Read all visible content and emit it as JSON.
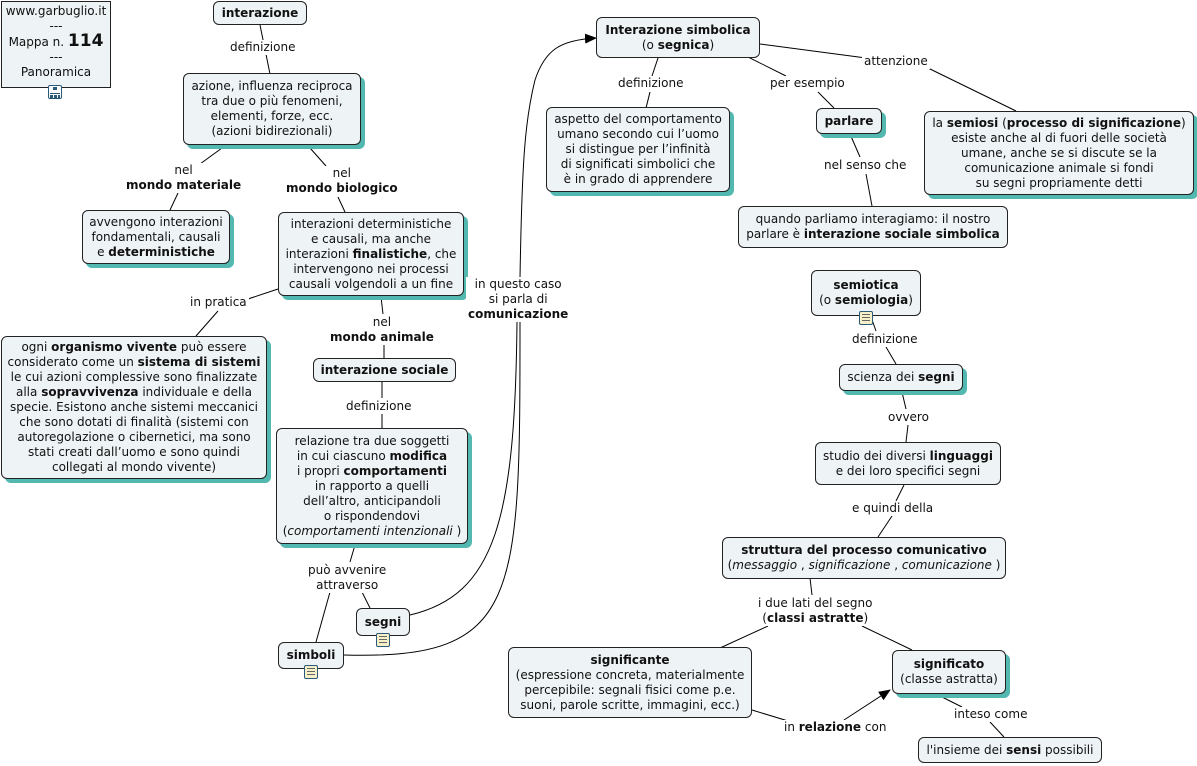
{
  "header": {
    "site": "www.garbuglio.it",
    "sep1": "---",
    "mappa_label": "Mappa n.",
    "mappa_num": "114",
    "sep2": "---",
    "view": "Panoramica",
    "icon": "tree-icon"
  },
  "nodes": {
    "interazione": [
      [
        {
          "t": "interazione",
          "b": true
        }
      ]
    ],
    "azione": [
      [
        {
          "t": "azione, influenza reciproca"
        }
      ],
      [
        {
          "t": "tra due o più fenomeni,"
        }
      ],
      [
        {
          "t": "elementi, forze, ecc."
        }
      ],
      [
        {
          "t": "(azioni bidirezionali)"
        }
      ]
    ],
    "avvengono": [
      [
        {
          "t": "avvengono interazioni"
        }
      ],
      [
        {
          "t": "fondamentali, causali"
        }
      ],
      [
        {
          "t": "e "
        },
        {
          "t": "deterministiche",
          "b": true
        }
      ]
    ],
    "interazioni_det": [
      [
        {
          "t": "interazioni deterministiche"
        }
      ],
      [
        {
          "t": "e causali, ma anche"
        }
      ],
      [
        {
          "t": "interazioni "
        },
        {
          "t": "finalistiche",
          "b": true
        },
        {
          "t": ", che"
        }
      ],
      [
        {
          "t": "intervengono nei processi"
        }
      ],
      [
        {
          "t": "causali volgendoli a un fine"
        }
      ]
    ],
    "organismo": [
      [
        {
          "t": "ogni "
        },
        {
          "t": "organismo vivente",
          "b": true
        },
        {
          "t": " può essere"
        }
      ],
      [
        {
          "t": "considerato come un "
        },
        {
          "t": "sistema di sistemi",
          "b": true
        }
      ],
      [
        {
          "t": "le cui azioni complessive sono finalizzate"
        }
      ],
      [
        {
          "t": "alla "
        },
        {
          "t": "sopravvivenza",
          "b": true
        },
        {
          "t": " individuale e della"
        }
      ],
      [
        {
          "t": "specie. Esistono anche sistemi meccanici"
        }
      ],
      [
        {
          "t": "che sono dotati di finalità (sistemi con"
        }
      ],
      [
        {
          "t": "autoregolazione o cibernetici, ma sono"
        }
      ],
      [
        {
          "t": "stati creati dall’uomo e sono quindi"
        }
      ],
      [
        {
          "t": "collegati al mondo vivente)"
        }
      ]
    ],
    "interazione_sociale": [
      [
        {
          "t": "interazione sociale",
          "b": true
        }
      ]
    ],
    "relazione": [
      [
        {
          "t": "relazione tra due soggetti"
        }
      ],
      [
        {
          "t": "in cui ciascuno "
        },
        {
          "t": "modifica",
          "b": true
        }
      ],
      [
        {
          "t": "i propri "
        },
        {
          "t": "comportamenti",
          "b": true
        }
      ],
      [
        {
          "t": "in rapporto a quelli"
        }
      ],
      [
        {
          "t": "dell’altro, anticipandoli"
        }
      ],
      [
        {
          "t": "o rispondendovi"
        }
      ],
      [
        {
          "t": "("
        },
        {
          "t": "comportamenti intenzionali",
          "i": true
        },
        {
          "t": " )"
        }
      ]
    ],
    "segni": [
      [
        {
          "t": "segni",
          "b": true
        }
      ]
    ],
    "simboli": [
      [
        {
          "t": "simboli",
          "b": true
        }
      ]
    ],
    "interazione_simbolica": [
      [
        {
          "t": "Interazione simbolica",
          "b": true
        }
      ],
      [
        {
          "t": "(o "
        },
        {
          "t": "segnica",
          "b": true
        },
        {
          "t": ")"
        }
      ]
    ],
    "aspetto": [
      [
        {
          "t": "aspetto del comportamento"
        }
      ],
      [
        {
          "t": "umano secondo cui l’uomo"
        }
      ],
      [
        {
          "t": "si distingue per l’infinità"
        }
      ],
      [
        {
          "t": "di significati simbolici che"
        }
      ],
      [
        {
          "t": "è in grado di apprendere"
        }
      ]
    ],
    "parlare": [
      [
        {
          "t": "parlare",
          "b": true
        }
      ]
    ],
    "semiosi": [
      [
        {
          "t": "la "
        },
        {
          "t": "semiosi",
          "b": true
        },
        {
          "t": " ("
        },
        {
          "t": "processo di significazione",
          "b": true
        },
        {
          "t": ")"
        }
      ],
      [
        {
          "t": "esiste anche al di fuori delle società"
        }
      ],
      [
        {
          "t": "umane, anche se si discute se la"
        }
      ],
      [
        {
          "t": "comunicazione animale si fondi"
        }
      ],
      [
        {
          "t": "su segni propriamente detti"
        }
      ]
    ],
    "quando": [
      [
        {
          "t": "quando parliamo interagiamo: il nostro"
        }
      ],
      [
        {
          "t": "parlare è "
        },
        {
          "t": "interazione sociale simbolica",
          "b": true
        }
      ]
    ],
    "semiotica": [
      [
        {
          "t": "semiotica",
          "b": true
        }
      ],
      [
        {
          "t": "(o "
        },
        {
          "t": "semiologia",
          "b": true
        },
        {
          "t": ")"
        }
      ]
    ],
    "scienza": [
      [
        {
          "t": "scienza dei "
        },
        {
          "t": "segni",
          "b": true
        }
      ]
    ],
    "studio": [
      [
        {
          "t": "studio dei diversi "
        },
        {
          "t": "linguaggi",
          "b": true
        }
      ],
      [
        {
          "t": "e dei loro specifici segni"
        }
      ]
    ],
    "struttura": [
      [
        {
          "t": "struttura del processo comunicativo",
          "b": true
        }
      ],
      [
        {
          "t": "("
        },
        {
          "t": "messaggio",
          "i": true
        },
        {
          "t": " , "
        },
        {
          "t": "significazione",
          "i": true
        },
        {
          "t": " , "
        },
        {
          "t": "comunicazione",
          "i": true
        },
        {
          "t": " )"
        }
      ]
    ],
    "significante": [
      [
        {
          "t": "significante",
          "b": true
        }
      ],
      [
        {
          "t": "(espressione concreta, materialmente"
        }
      ],
      [
        {
          "t": "percepibile: segnali fisici come p.e."
        }
      ],
      [
        {
          "t": "suoni, parole scritte, immagini, ecc.)"
        }
      ]
    ],
    "significato": [
      [
        {
          "t": "significato",
          "b": true
        }
      ],
      [
        {
          "t": "(classe astratta)"
        }
      ]
    ],
    "insieme": [
      [
        {
          "t": "l'insieme dei "
        },
        {
          "t": "sensi",
          "b": true
        },
        {
          "t": " possibili"
        }
      ]
    ]
  },
  "labels": {
    "definizione1": [
      [
        {
          "t": "definizione"
        }
      ]
    ],
    "nel_materiale": [
      [
        {
          "t": "nel"
        }
      ],
      [
        {
          "t": "mondo materiale",
          "b": true
        }
      ]
    ],
    "nel_biologico": [
      [
        {
          "t": "nel"
        }
      ],
      [
        {
          "t": "mondo biologico",
          "b": true
        }
      ]
    ],
    "in_pratica": [
      [
        {
          "t": "in pratica"
        }
      ]
    ],
    "nel_animale": [
      [
        {
          "t": "nel"
        }
      ],
      [
        {
          "t": "mondo animale",
          "b": true
        }
      ]
    ],
    "definizione2": [
      [
        {
          "t": "definizione"
        }
      ]
    ],
    "puo_avvenire": [
      [
        {
          "t": "può avvenire"
        }
      ],
      [
        {
          "t": "attraverso"
        }
      ]
    ],
    "in_questo_caso": [
      [
        {
          "t": "in questo caso"
        }
      ],
      [
        {
          "t": "si parla di"
        }
      ],
      [
        {
          "t": "comunicazione",
          "b": true
        }
      ]
    ],
    "definizione3": [
      [
        {
          "t": "definizione"
        }
      ]
    ],
    "per_esempio": [
      [
        {
          "t": "per esempio"
        }
      ]
    ],
    "attenzione": [
      [
        {
          "t": "attenzione"
        }
      ]
    ],
    "nel_senso_che": [
      [
        {
          "t": "nel senso che"
        }
      ]
    ],
    "definizione4": [
      [
        {
          "t": "definizione"
        }
      ]
    ],
    "ovvero": [
      [
        {
          "t": "ovvero"
        }
      ]
    ],
    "e_quindi": [
      [
        {
          "t": "e quindi della"
        }
      ]
    ],
    "due_lati": [
      [
        {
          "t": "i due lati del segno"
        }
      ],
      [
        {
          "t": "("
        },
        {
          "t": "classi astratte",
          "b": true
        },
        {
          "t": ")"
        }
      ]
    ],
    "in_relazione": [
      [
        {
          "t": "in "
        },
        {
          "t": "relazione",
          "b": true
        },
        {
          "t": " con"
        }
      ]
    ],
    "inteso_come": [
      [
        {
          "t": "inteso come"
        }
      ]
    ]
  },
  "icons": {
    "segni": "document-icon",
    "simboli": "document-icon",
    "semiotica": "document-icon"
  }
}
